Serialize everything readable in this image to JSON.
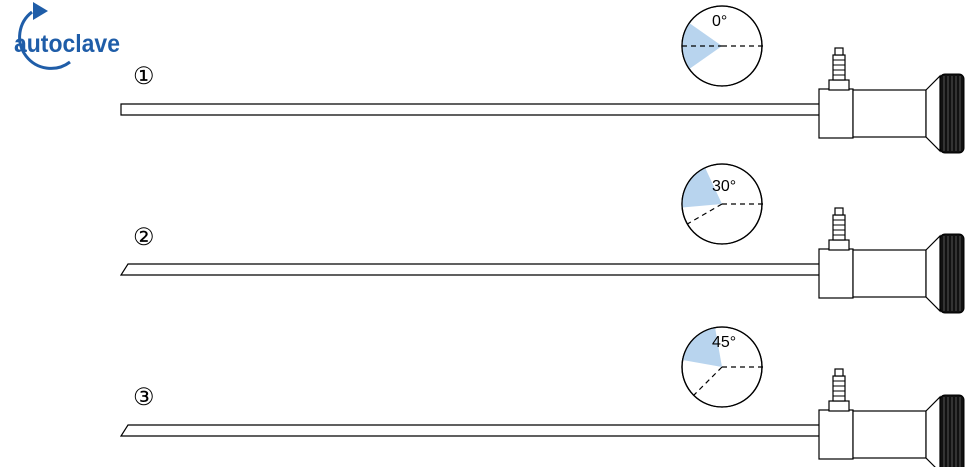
{
  "logo": {
    "text": "autoclave",
    "color": "#1f5da8"
  },
  "colors": {
    "fov_fill": "#b8d4ee",
    "outline": "#000000"
  },
  "scopes": [
    {
      "number": "①",
      "angle_label": "0°",
      "angle_deg": 0,
      "tip": "straight"
    },
    {
      "number": "②",
      "angle_label": "30°",
      "angle_deg": 30,
      "tip": "oblique"
    },
    {
      "number": "③",
      "angle_label": "45°",
      "angle_deg": 45,
      "tip": "oblique"
    }
  ]
}
